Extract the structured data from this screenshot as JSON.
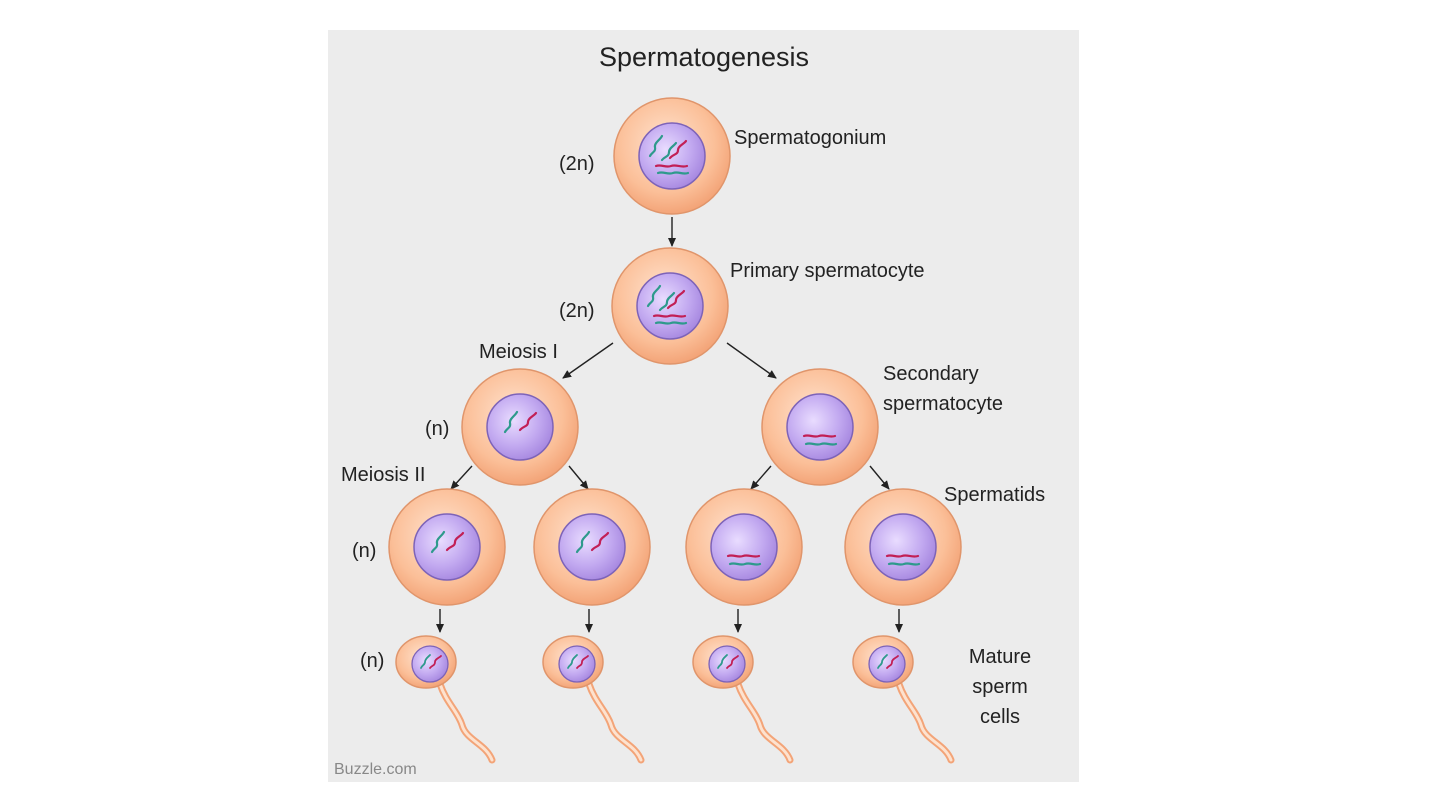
{
  "title": "Spermatogenesis",
  "labels": {
    "spermatogonium": "Spermatogonium",
    "primary_spermatocyte": "Primary spermatocyte",
    "meiosis_1": "Meiosis I",
    "secondary_spermatocyte_line1": "Secondary",
    "secondary_spermatocyte_line2": "spermatocyte",
    "meiosis_2": "Meiosis II",
    "spermatids": "Spermatids",
    "mature_line1": "Mature",
    "mature_line2": "sperm",
    "mature_line3": "cells"
  },
  "ploidy": {
    "spermatogonium": "(2n)",
    "primary": "(2n)",
    "secondary": "(n)",
    "spermatid": "(n)",
    "sperm": "(n)"
  },
  "credit": "Buzzle.com",
  "colors": {
    "panel_bg": "#ececec",
    "cell_fill": "#f9b48a",
    "cell_stroke": "#e0956b",
    "nucleus_fill": "#b79de8",
    "nucleus_stroke": "#7d63b8",
    "chromosome_green": "#2e9a8c",
    "chromosome_red": "#c21f55",
    "arrow": "#222222"
  }
}
